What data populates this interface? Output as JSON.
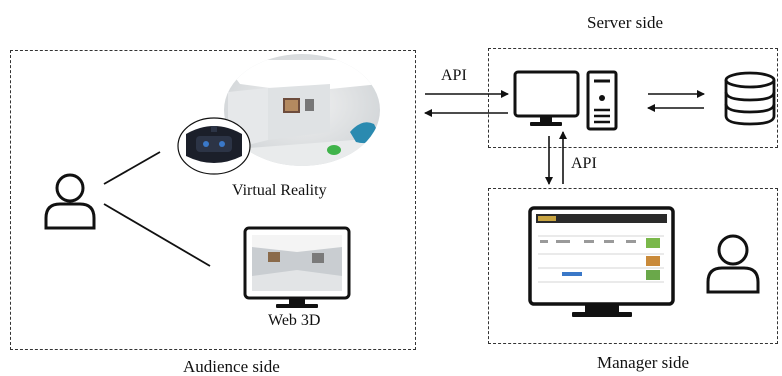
{
  "labels": {
    "server_side": "Server side",
    "audience_side": "Audience side",
    "manager_side": "Manager side",
    "api_top": "API",
    "api_vertical": "API",
    "virtual_reality": "Virtual Reality",
    "web3d": "Web 3D"
  },
  "colors": {
    "line": "#111111",
    "dash": "#333333",
    "vr_glove": "#2a8ab0",
    "vr_green": "#3fb34a"
  },
  "icons": [
    "audience-user-icon",
    "manager-user-icon",
    "server-monitor-icon",
    "server-tower-icon",
    "database-icon",
    "vr-scene-image",
    "vr-headset-image",
    "web3d-monitor-icon",
    "manager-monitor-icon"
  ]
}
